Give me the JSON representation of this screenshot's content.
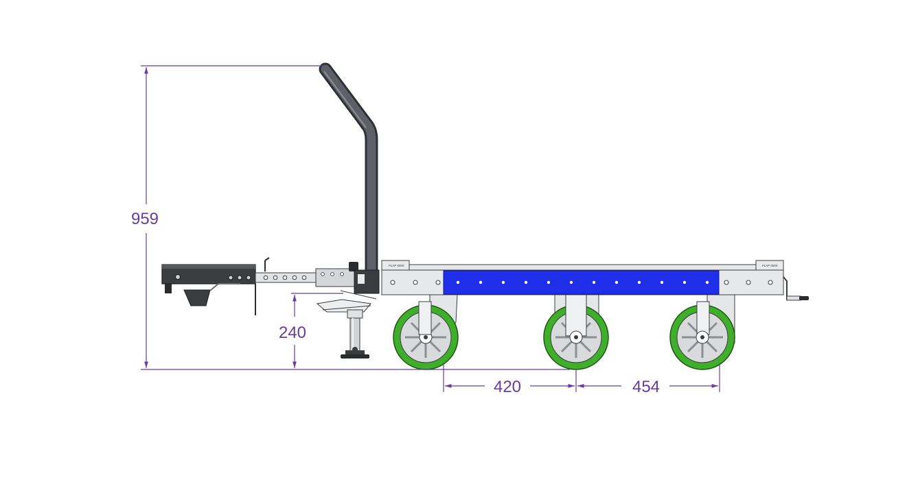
{
  "dimensions": {
    "overall_height": "959",
    "hitch_height": "240",
    "wheel_spacing_front": "420",
    "wheel_spacing_rear": "454"
  },
  "colors": {
    "dimension": "#6a3aa0",
    "frame_panel": "#1f2ee8",
    "frame_metal": "#e2e4e6",
    "wheel_tread": "#3fae2a",
    "wheel_core": "#d8dadc",
    "handle": "#4a4c50",
    "steel_dark": "#3a3c40"
  },
  "labels": {
    "plate_left": "FLAP 0000",
    "plate_right": "FLAP 0000"
  }
}
